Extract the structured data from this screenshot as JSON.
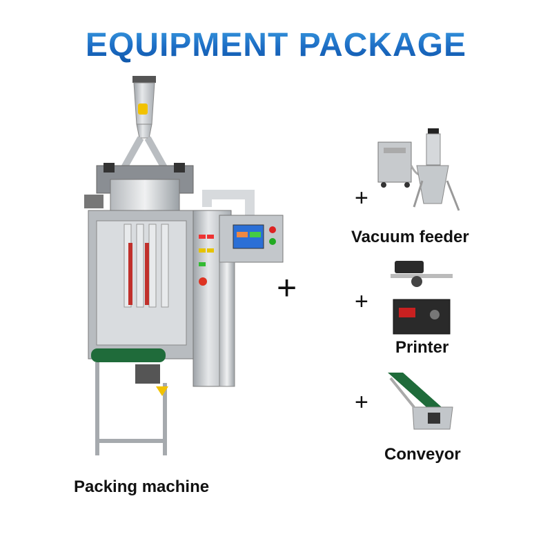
{
  "title": "EQUIPMENT PACKAGE",
  "plus_sign": "+",
  "items": [
    {
      "label": "Packing machine"
    },
    {
      "label": "Vacuum feeder"
    },
    {
      "label": "Printer"
    },
    {
      "label": "Conveyor"
    }
  ],
  "colors": {
    "title_gradient_top": "#3a9be0",
    "title_gradient_bottom": "#0f56a8",
    "steel": "#c9ccd0",
    "belt_green": "#1f6b3a",
    "screen_blue": "#2b6fd6"
  },
  "icons": [
    "packing-machine-image",
    "vacuum-feeder-image",
    "printer-image",
    "conveyor-image"
  ]
}
